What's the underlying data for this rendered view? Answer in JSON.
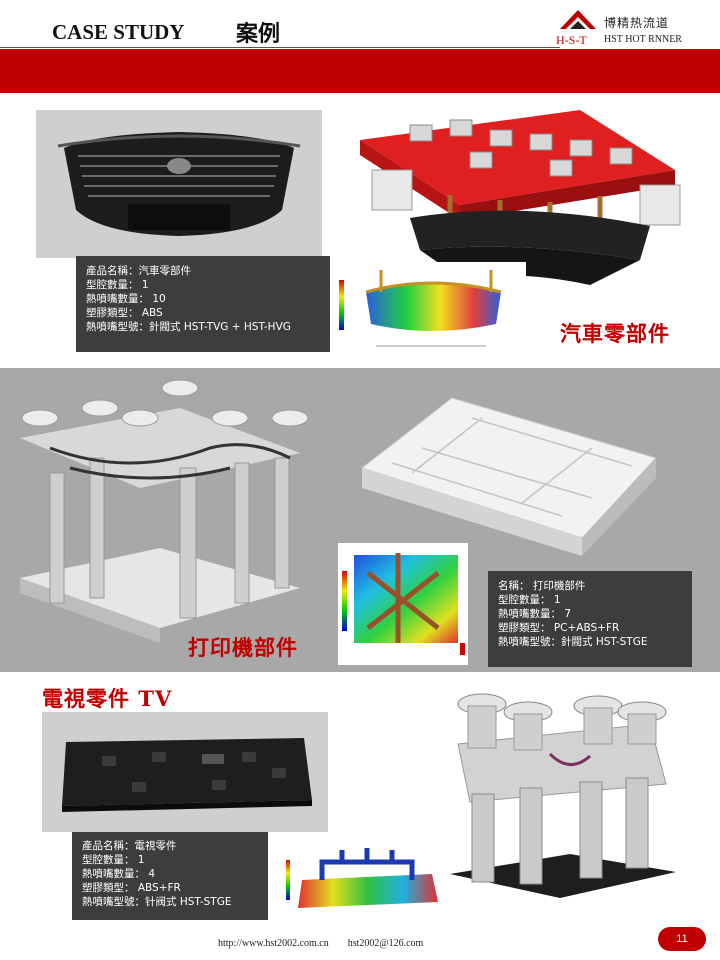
{
  "header": {
    "title_en": "CASE STUDY",
    "title_cn": "案例",
    "logo_cn": "博精热流道",
    "logo_hst": "H-S-T",
    "logo_sub": "HST HOT RNNER"
  },
  "colors": {
    "brand_red": "#c00000",
    "info_box": "#3d3d3d",
    "band_gray": "#a8a8a8"
  },
  "sections": [
    {
      "caption": "汽車零部件",
      "info": [
        "產品名稱：汽車零部件",
        "型腔數量： 1",
        "熱噴嘴數量： 10",
        "塑膠類型： ABS",
        "熱噴嘴型號：針閥式  HST-TVG + HST-HVG"
      ]
    },
    {
      "caption": "打印機部件",
      "info": [
        "名稱： 打印機部件",
        "型腔數量： 1",
        "熱噴嘴數量： 7",
        "塑膠類型： PC+ABS+FR",
        "熱噴嘴型號：針閥式  HST-STGE"
      ]
    },
    {
      "caption": "電視零件  TV",
      "info": [
        "產品名稱：電視零件",
        "型腔數量： 1",
        "熱噴嘴數量： 4",
        "塑膠類型： ABS+FR",
        "熱噴嘴型號：针阀式  HST-STGE"
      ]
    }
  ],
  "footer": {
    "url": "http://www.hst2002.com.cn",
    "email": "hst2002@126.com"
  },
  "page_number": "11"
}
